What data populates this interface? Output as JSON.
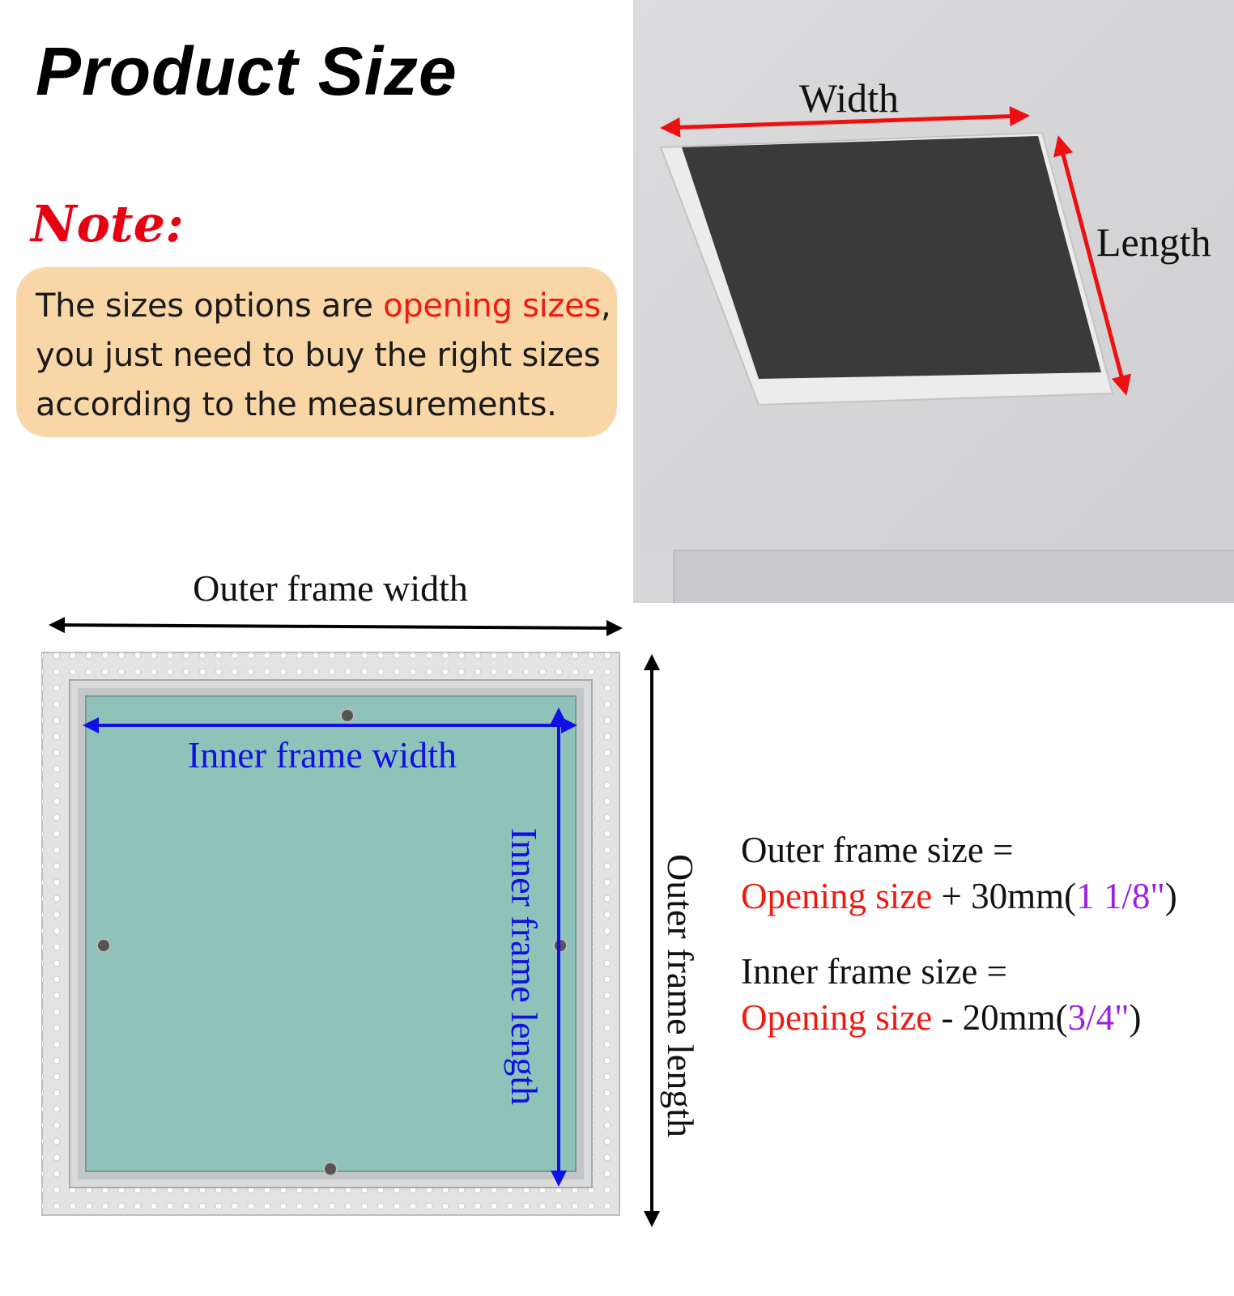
{
  "title": "Product Size",
  "note": {
    "heading": "Note:",
    "line1_pre": "The sizes options are ",
    "line1_highlight": "opening sizes",
    "line1_post": ",",
    "line2": "you just need to buy the right sizes",
    "line3": "according to the measurements."
  },
  "opening_photo": {
    "width_label": "Width",
    "length_label": "Length"
  },
  "panel_diagram": {
    "outer_width_label": "Outer frame width",
    "outer_length_label": "Outer frame length",
    "inner_width_label": "Inner frame width",
    "inner_length_label": "Inner frame length"
  },
  "formulas": {
    "outer": {
      "heading": "Outer frame size =",
      "opening": "Opening size",
      "operator": " + 30mm(",
      "imperial": "1 1/8\"",
      "close": ")"
    },
    "inner": {
      "heading": "Inner frame size =",
      "opening": "Opening size",
      "operator": " - 20mm(",
      "imperial": "3/4\"",
      "close": ")"
    }
  },
  "colors": {
    "accent_red": "#ee1c10",
    "accent_blue": "#1010e6",
    "accent_purple": "#9a1ee8",
    "note_background": "#f8d6a6",
    "panel_green": "#8fc3ba"
  }
}
